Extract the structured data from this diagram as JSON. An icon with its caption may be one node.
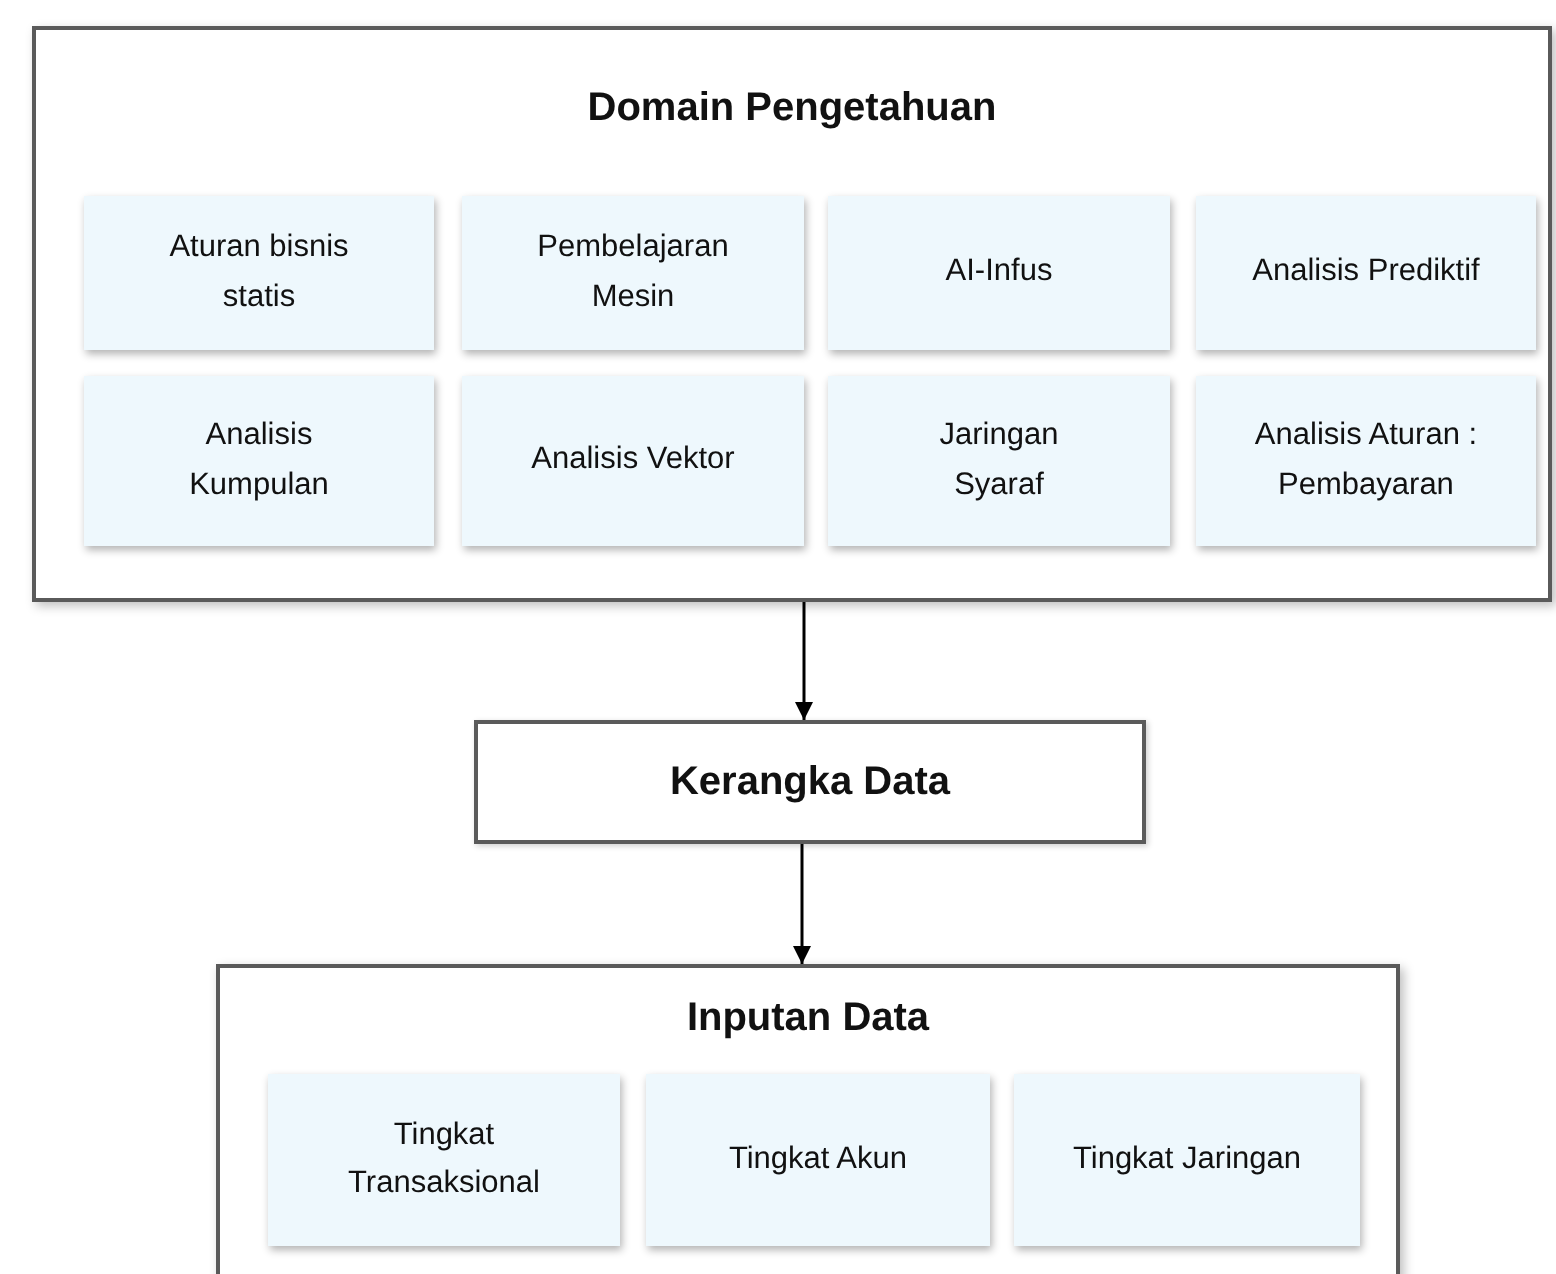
{
  "diagram": {
    "nodes": [
      {
        "text": [
          "Domain Pengetahuan"
        ]
      },
      {
        "text": [
          "Aturan bisnis statis"
        ],
        "in": 0
      },
      {
        "text": [
          "Pembelajaran Mesin"
        ],
        "in": 0
      },
      {
        "text": [
          "AI-Infus"
        ],
        "in": 0
      },
      {
        "text": [
          "Analisis Prediktif"
        ],
        "in": 0
      },
      {
        "text": [
          "Analisis Kumpulan"
        ],
        "in": 0
      },
      {
        "text": [
          "Analisis Vektor"
        ],
        "in": 0
      },
      {
        "text": [
          "Jaringan Syaraf"
        ],
        "in": 0
      },
      {
        "text": [
          "Analisis Aturan : Pembayaran"
        ],
        "in": 0
      },
      {
        "text": [
          "Kerangka Data"
        ]
      },
      {
        "text": [
          "Inputan Data"
        ]
      },
      {
        "text": [
          "Tingkat Transaksional"
        ],
        "in": 10
      },
      {
        "text": [
          "Tingkat Akun"
        ],
        "in": 10
      },
      {
        "text": [
          "Tingkat Jaringan"
        ],
        "in": 10
      }
    ],
    "edges": [
      {
        "from": 0,
        "to": 9,
        "arrow": "to"
      },
      {
        "from": 9,
        "to": 10,
        "arrow": "to"
      }
    ]
  }
}
